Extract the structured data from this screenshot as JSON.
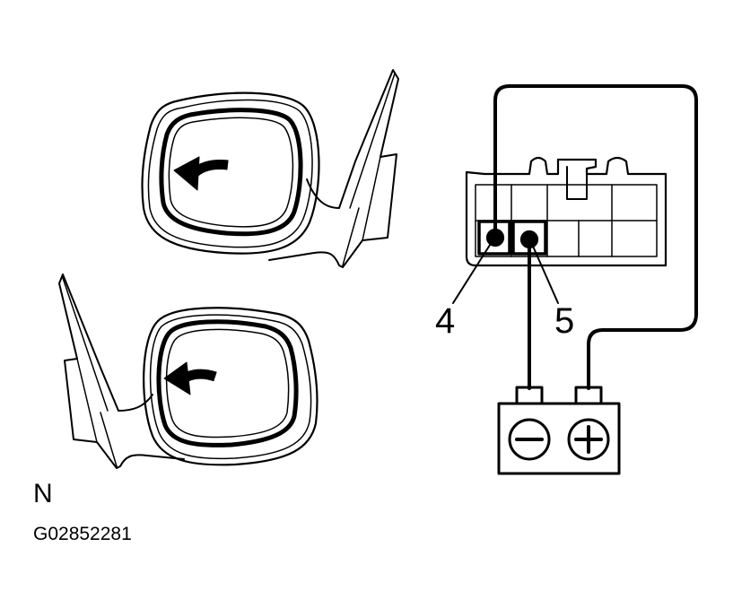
{
  "view_label": "N",
  "figure_code": "G02852281",
  "connector": {
    "terminal_a": "4",
    "terminal_b": "5"
  },
  "battery": {
    "negative_symbol": "minus-icon",
    "positive_symbol": "plus-icon"
  },
  "colors": {
    "line": "#000000",
    "background": "#ffffff"
  }
}
